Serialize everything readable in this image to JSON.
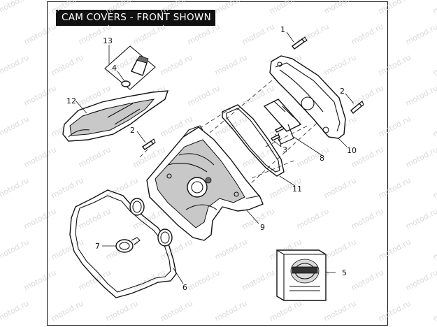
{
  "diagram": {
    "title": "CAM COVERS - FRONT SHOWN",
    "watermark": "motod.ru",
    "callouts": {
      "c1": "1",
      "c2a": "2",
      "c2b": "2",
      "c3": "3",
      "c4": "4",
      "c5": "5",
      "c6": "6",
      "c7": "7",
      "c8": "8",
      "c9": "9",
      "c10": "10",
      "c11": "11",
      "c12": "12",
      "c13": "13"
    }
  }
}
